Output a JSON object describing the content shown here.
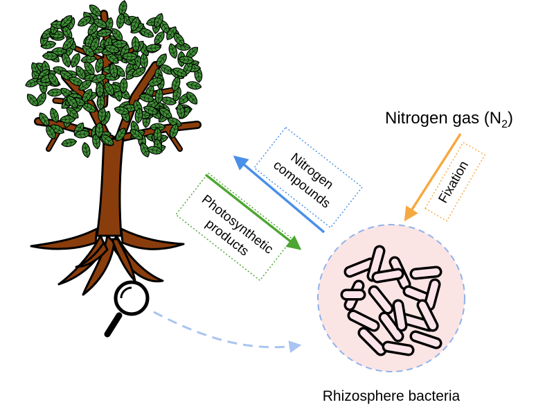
{
  "labels": {
    "nitrogen_gas": "Nitrogen gas (N",
    "nitrogen_gas_subscript": "2",
    "nitrogen_gas_close": ")",
    "fixation": "Fixation",
    "nitrogen_compounds_line1": "Nitrogen",
    "nitrogen_compounds_line2": "compounds",
    "photosynthetic_line1": "Photosynthetic",
    "photosynthetic_line2": "products",
    "rhizosphere": "Rhizosphere bacteria"
  },
  "colors": {
    "leaf": "#3f8f36",
    "trunk": "#8a3d0c",
    "nitrogen_arrow": "#4a8fe8",
    "photosynthetic_arrow": "#4ea632",
    "fixation_arrow": "#f7a941",
    "bacteria_circle_fill": "#fbe4e4",
    "bacteria_circle_stroke": "#8fb2ea",
    "bacteria_fill": "#fbe4e9",
    "dashed_arrow": "#a9c4f1"
  },
  "icons": [
    "tree-icon",
    "magnifier-icon",
    "bacteria-icon"
  ]
}
